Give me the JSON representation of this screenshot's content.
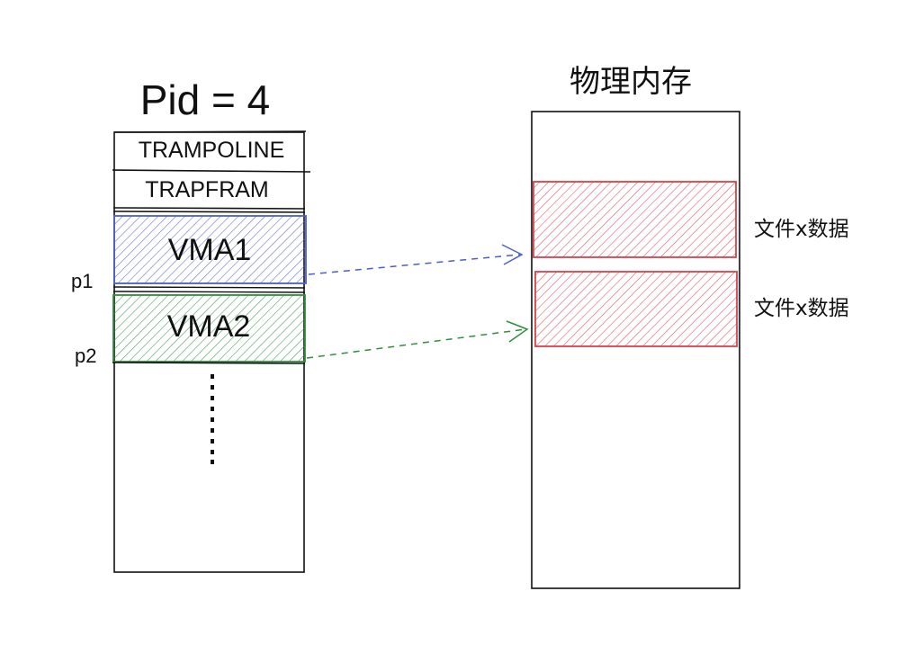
{
  "process": {
    "title": "Pid = 4",
    "segments": {
      "trampoline": "TRAMPOLINE",
      "trapframe": "TRAPFRAM",
      "vma1": "VMA1",
      "vma2": "VMA2"
    },
    "pointers": {
      "p1": "p1",
      "p2": "p2"
    }
  },
  "physical_memory": {
    "title": "物理内存",
    "blocks": [
      {
        "label": "文件x数据"
      },
      {
        "label": "文件x数据"
      }
    ]
  },
  "colors": {
    "vma1": "#4a5fc9",
    "vma2": "#2f8f3a",
    "file_data": "#d8414a",
    "stroke": "#111111"
  }
}
